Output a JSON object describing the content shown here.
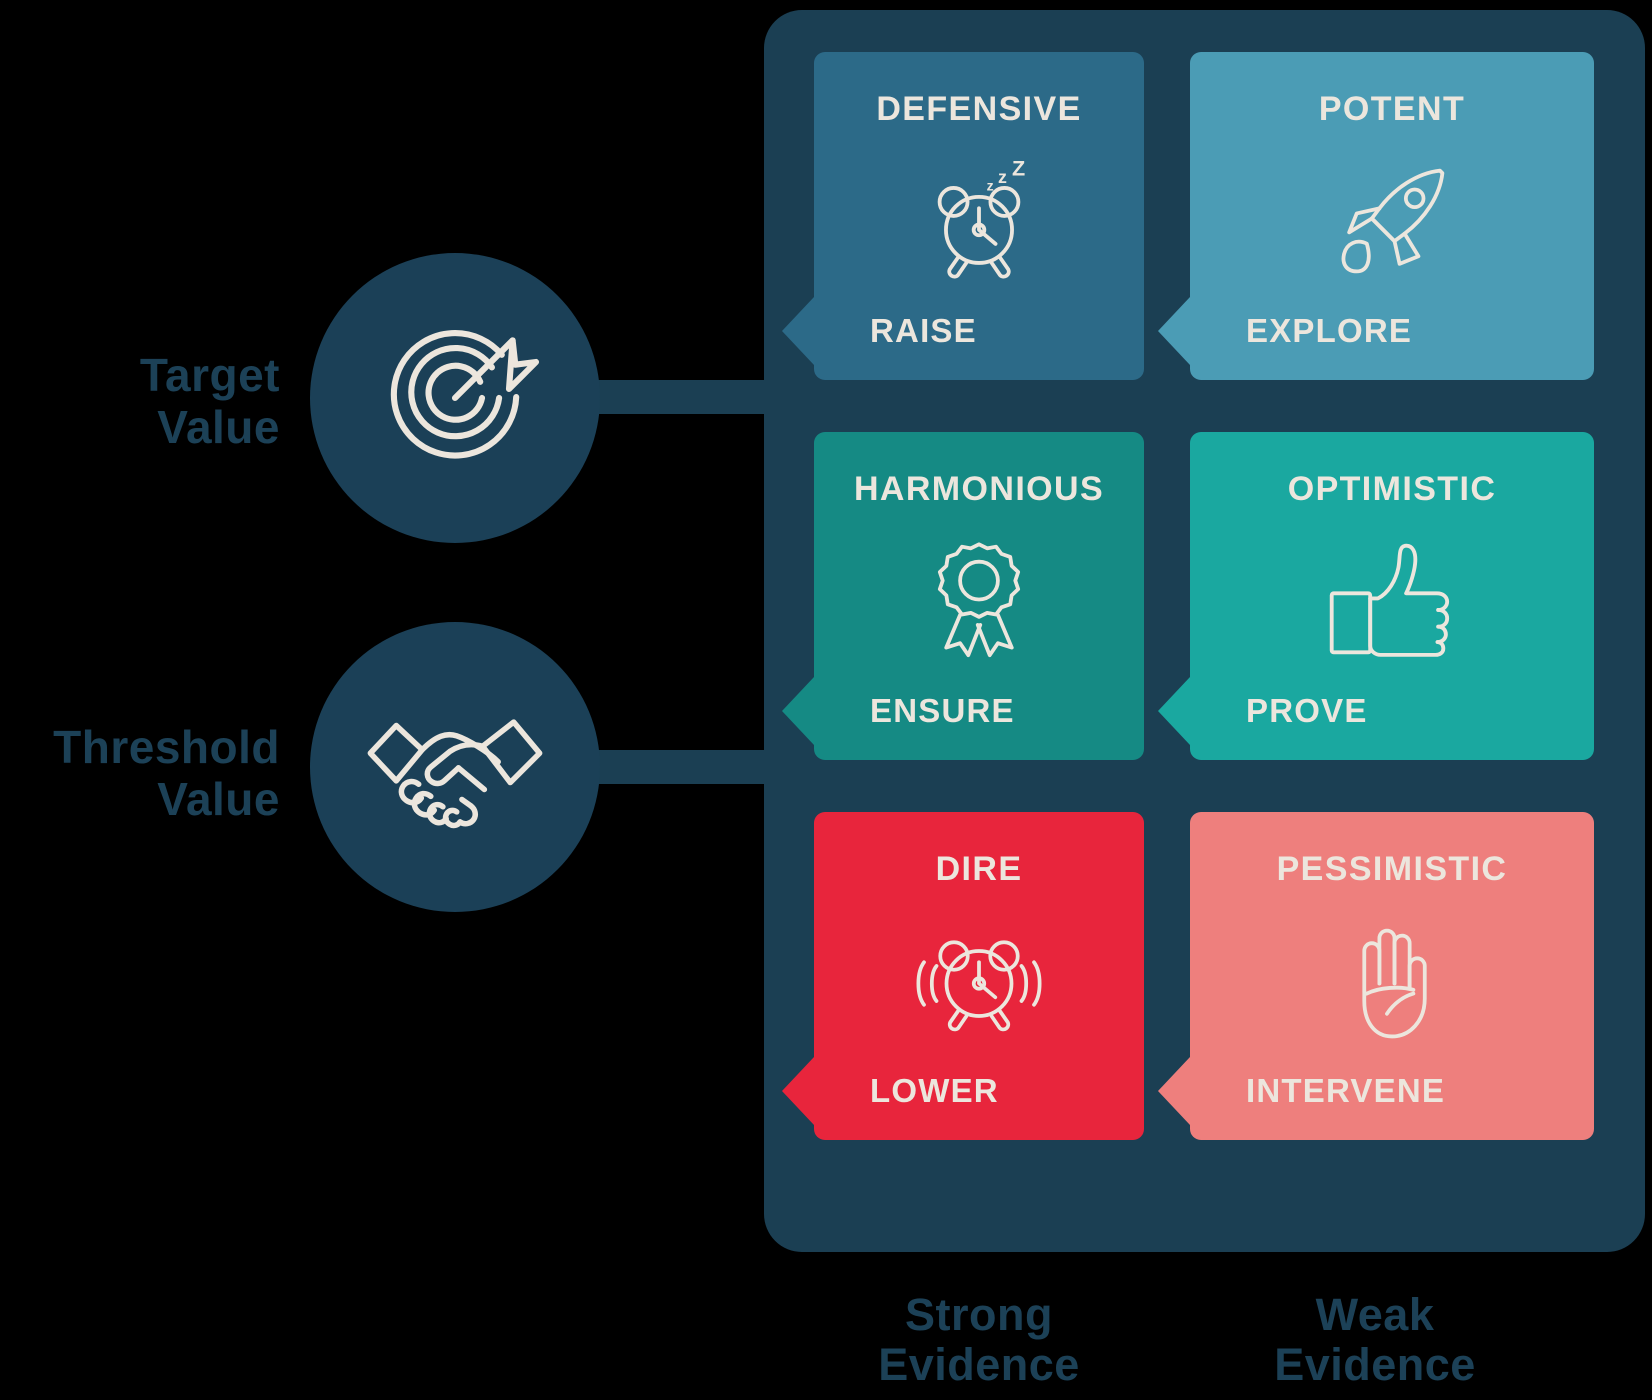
{
  "theme": {
    "panel_bg": "#1b3f53",
    "circle_bg": "#1b4057",
    "label_color": "#1c4157",
    "icon_stroke": "#ece6dd",
    "card_text": "#ece6dd"
  },
  "left_nodes": [
    {
      "label_line1": "Target",
      "label_line2": "Value",
      "icon": "target-icon"
    },
    {
      "label_line1": "Threshold",
      "label_line2": "Value",
      "icon": "handshake-icon"
    }
  ],
  "columns": [
    {
      "line1": "Strong",
      "line2": "Evidence"
    },
    {
      "line1": "Weak",
      "line2": "Evidence"
    }
  ],
  "cards": [
    {
      "title": "DEFENSIVE",
      "action": "RAISE",
      "icon": "sleeping-alarm-clock-icon",
      "color": "#2c6a88",
      "row": 1,
      "col": 1
    },
    {
      "title": "POTENT",
      "action": "EXPLORE",
      "icon": "rocket-icon",
      "color": "#4b9cb5",
      "row": 1,
      "col": 2
    },
    {
      "title": "HARMONIOUS",
      "action": "ENSURE",
      "icon": "award-ribbon-icon",
      "color": "#158a84",
      "row": 2,
      "col": 1
    },
    {
      "title": "OPTIMISTIC",
      "action": "PROVE",
      "icon": "thumbs-up-icon",
      "color": "#1aa8a0",
      "row": 2,
      "col": 2
    },
    {
      "title": "DIRE",
      "action": "LOWER",
      "icon": "ringing-alarm-clock-icon",
      "color": "#e8253c",
      "row": 3,
      "col": 1
    },
    {
      "title": "PESSIMISTIC",
      "action": "INTERVENE",
      "icon": "stop-hand-icon",
      "color": "#ee7f7d",
      "row": 3,
      "col": 2
    }
  ]
}
